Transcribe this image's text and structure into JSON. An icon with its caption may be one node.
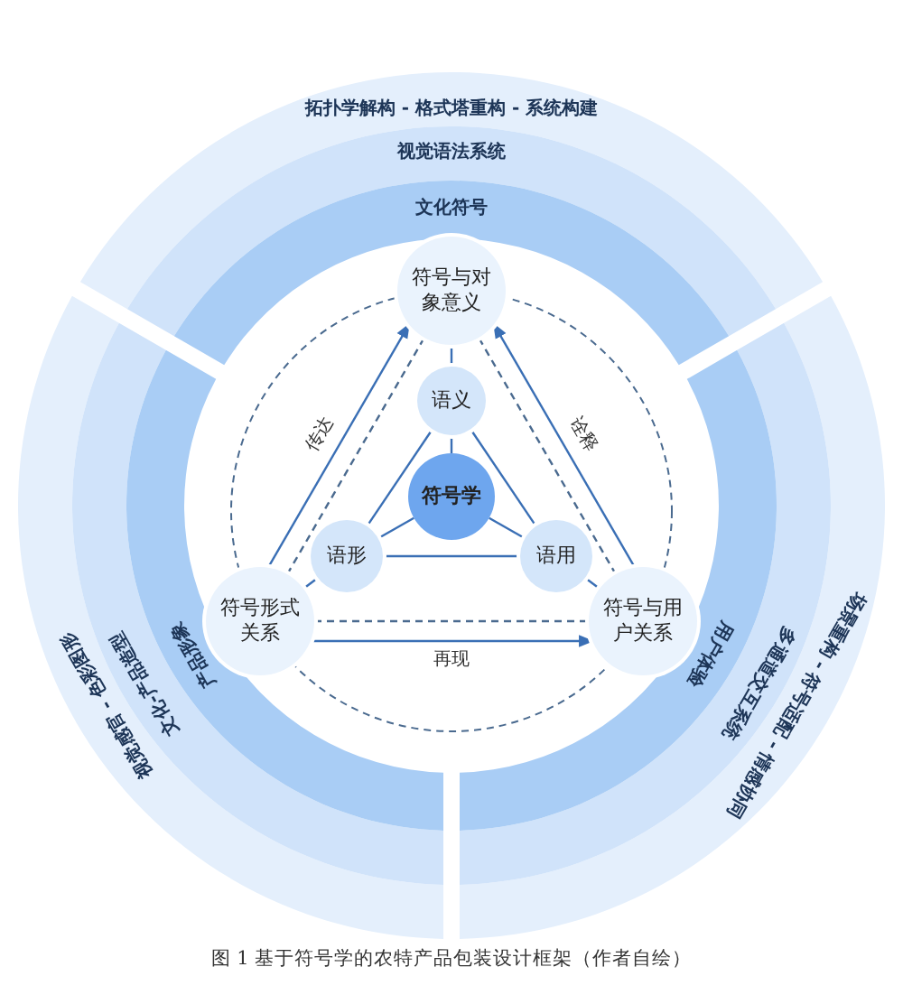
{
  "diagram": {
    "caption": "图 1 基于符号学的农特产品包装设计框架（作者自绘）",
    "nodes": [
      {
        "text": [
          "拓扑学解构 - 格式塔重构 - 系统构建"
        ]
      },
      {
        "text": [
          "视觉语法系统"
        ]
      },
      {
        "text": [
          "文化符号"
        ]
      },
      {
        "text": [
          "场景重构 - 符号适配 - 情感协同"
        ]
      },
      {
        "text": [
          "多通道交互系统"
        ]
      },
      {
        "text": [
          "用户体验"
        ]
      },
      {
        "text": [
          "视觉感官 - 色彩图形"
        ]
      },
      {
        "text": [
          "文化-产品造型"
        ]
      },
      {
        "text": [
          "产品形象"
        ]
      },
      {
        "text": [
          "符号与对象意义"
        ]
      },
      {
        "text": [
          "符号形式关系"
        ]
      },
      {
        "text": [
          "符号与用户关系"
        ]
      },
      {
        "text": [
          "语义"
        ]
      },
      {
        "text": [
          "语形"
        ]
      },
      {
        "text": [
          "语用"
        ]
      },
      {
        "text": [
          "符号学"
        ]
      }
    ],
    "edges": [
      {
        "from": 15,
        "to": 12,
        "arrow": "none"
      },
      {
        "from": 15,
        "to": 13,
        "arrow": "none"
      },
      {
        "from": 15,
        "to": 14,
        "arrow": "none"
      },
      {
        "from": 12,
        "to": 13,
        "arrow": "none"
      },
      {
        "from": 12,
        "to": 14,
        "arrow": "none"
      },
      {
        "from": 13,
        "to": 14,
        "arrow": "none"
      },
      {
        "from": 12,
        "to": 9,
        "arrow": "none"
      },
      {
        "from": 13,
        "to": 10,
        "arrow": "none"
      },
      {
        "from": 14,
        "to": 11,
        "arrow": "none"
      },
      {
        "from": 10,
        "to": 9,
        "arrow": "none",
        "style": "dashed"
      },
      {
        "from": 11,
        "to": 9,
        "arrow": "none",
        "style": "dashed"
      },
      {
        "from": 10,
        "to": 11,
        "arrow": "none",
        "style": "dashed"
      },
      {
        "from": 10,
        "to": 9,
        "arrow": "to",
        "label": "传达"
      },
      {
        "from": 11,
        "to": 9,
        "arrow": "to",
        "label": "诠释"
      },
      {
        "from": 10,
        "to": 11,
        "arrow": "to",
        "label": "再现"
      }
    ]
  }
}
